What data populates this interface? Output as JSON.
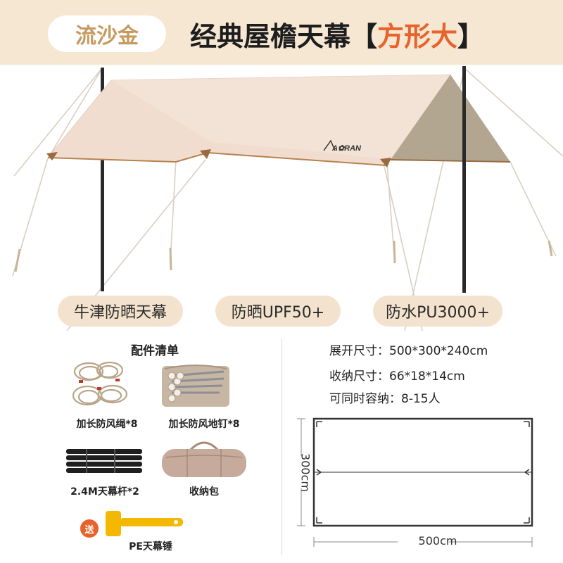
{
  "header": {
    "tag": "流沙金",
    "title_main": "经典屋檐天幕",
    "title_open": "【",
    "title_accent": "方形大",
    "title_close": "】"
  },
  "product": {
    "logo_text": "A✿RAN",
    "features": [
      "牛津防晒天幕",
      "防晒UPF50+",
      "防水PU3000+"
    ]
  },
  "parts": {
    "title": "配件清单",
    "items": [
      {
        "label": "加长防风绳*8",
        "icon": "rope-icon"
      },
      {
        "label": "加长防风地钉*8",
        "icon": "stakes-icon"
      },
      {
        "label": "2.4M天幕杆*2",
        "icon": "poles-icon"
      },
      {
        "label": "收纳包",
        "icon": "bag-icon"
      }
    ],
    "gift_badge": "送",
    "gift_label": "PE天幕锤"
  },
  "specs": [
    "展开尺寸：500*300*240cm",
    "收纳尺寸：66*18*14cm",
    "可同时容纳：8-15人"
  ],
  "diagram": {
    "width_label": "500cm",
    "height_label": "300cm"
  },
  "colors": {
    "background": "#f6e7d3",
    "tarp": "#f1ddd0",
    "tarp_side": "#b3a690",
    "accent": "#e8632c",
    "gold": "#c69a5e"
  }
}
